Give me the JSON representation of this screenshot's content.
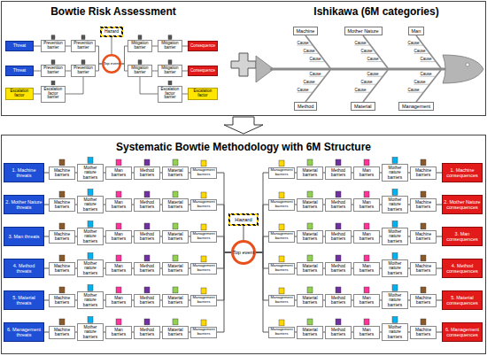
{
  "diagram": {
    "title": "Systematic Bowtie Methodology with 6M Structure",
    "nodes": [
      {
        "text": [
          "Threat"
        ]
      },
      {
        "text": [
          "Prevention barrier"
        ]
      },
      {
        "text": [
          "Prevention barrier"
        ]
      },
      {
        "text": [
          "Threat"
        ]
      },
      {
        "text": [
          "Prevention barrier"
        ]
      },
      {
        "text": [
          "Prevention barrier"
        ]
      },
      {
        "text": [
          "Escalation factor"
        ]
      },
      {
        "text": [
          "Escalation factor barrier"
        ]
      },
      {
        "text": [
          "Hazard"
        ]
      },
      {
        "text": [
          "Top event"
        ]
      },
      {
        "text": [
          "Mitigation barrier"
        ]
      },
      {
        "text": [
          "Mitigation barrier"
        ]
      },
      {
        "text": [
          "Consequence"
        ]
      },
      {
        "text": [
          "Mitigation barrier"
        ]
      },
      {
        "text": [
          "Mitigation barrier"
        ]
      },
      {
        "text": [
          "Consequence"
        ]
      },
      {
        "text": [
          "Escalation factor barrier"
        ]
      },
      {
        "text": [
          "Escalation factor"
        ]
      },
      {
        "text": [
          "Machine"
        ]
      },
      {
        "text": [
          "Mother Nature"
        ]
      },
      {
        "text": [
          "Man"
        ]
      },
      {
        "text": [
          "Method"
        ]
      },
      {
        "text": [
          "Material"
        ]
      },
      {
        "text": [
          "Management"
        ]
      },
      {
        "text": [
          "Hazard"
        ]
      },
      {
        "text": [
          "Top event"
        ]
      },
      {
        "text": [
          "1. Machine threats"
        ]
      },
      {
        "text": [
          "Machine barriers"
        ]
      },
      {
        "text": [
          "Mother nature barriers"
        ]
      },
      {
        "text": [
          "Man barriers"
        ]
      },
      {
        "text": [
          "Method barriers"
        ]
      },
      {
        "text": [
          "Material barriers"
        ]
      },
      {
        "text": [
          "Management barriers"
        ]
      },
      {
        "text": [
          "Management barriers"
        ]
      },
      {
        "text": [
          "Material barriers"
        ]
      },
      {
        "text": [
          "Method barriers"
        ]
      },
      {
        "text": [
          "Man barriers"
        ]
      },
      {
        "text": [
          "Mother nature barriers"
        ]
      },
      {
        "text": [
          "Machine barriers"
        ]
      },
      {
        "text": [
          "1. Machine consequences"
        ]
      },
      {
        "text": [
          "2. Mother Nature threats"
        ]
      },
      {
        "text": [
          "Machine barriers"
        ]
      },
      {
        "text": [
          "Mother nature barriers"
        ]
      },
      {
        "text": [
          "Man barriers"
        ]
      },
      {
        "text": [
          "Method barriers"
        ]
      },
      {
        "text": [
          "Material barriers"
        ]
      },
      {
        "text": [
          "Management barriers"
        ]
      },
      {
        "text": [
          "Management barriers"
        ]
      },
      {
        "text": [
          "Material barriers"
        ]
      },
      {
        "text": [
          "Method barriers"
        ]
      },
      {
        "text": [
          "Man barriers"
        ]
      },
      {
        "text": [
          "Mother nature barriers"
        ]
      },
      {
        "text": [
          "Machine barriers"
        ]
      },
      {
        "text": [
          "2. Mother Nature consequences"
        ]
      },
      {
        "text": [
          "3. Man threats"
        ]
      },
      {
        "text": [
          "Machine barriers"
        ]
      },
      {
        "text": [
          "Mother nature barriers"
        ]
      },
      {
        "text": [
          "Man barriers"
        ]
      },
      {
        "text": [
          "Method barriers"
        ]
      },
      {
        "text": [
          "Material barriers"
        ]
      },
      {
        "text": [
          "Management barriers"
        ]
      },
      {
        "text": [
          "Management barriers"
        ]
      },
      {
        "text": [
          "Material barriers"
        ]
      },
      {
        "text": [
          "Method barriers"
        ]
      },
      {
        "text": [
          "Man barriers"
        ]
      },
      {
        "text": [
          "Mother nature barriers"
        ]
      },
      {
        "text": [
          "Machine barriers"
        ]
      },
      {
        "text": [
          "3. Man consequences"
        ]
      },
      {
        "text": [
          "4. Method threats"
        ]
      },
      {
        "text": [
          "Machine barriers"
        ]
      },
      {
        "text": [
          "Mother nature barriers"
        ]
      },
      {
        "text": [
          "Man barriers"
        ]
      },
      {
        "text": [
          "Method barriers"
        ]
      },
      {
        "text": [
          "Material barriers"
        ]
      },
      {
        "text": [
          "Management barriers"
        ]
      },
      {
        "text": [
          "Management barriers"
        ]
      },
      {
        "text": [
          "Material barriers"
        ]
      },
      {
        "text": [
          "Method barriers"
        ]
      },
      {
        "text": [
          "Man barriers"
        ]
      },
      {
        "text": [
          "Mother nature barriers"
        ]
      },
      {
        "text": [
          "Machine barriers"
        ]
      },
      {
        "text": [
          "4. Method consequences"
        ]
      },
      {
        "text": [
          "5. Material threats"
        ]
      },
      {
        "text": [
          "Machine barriers"
        ]
      },
      {
        "text": [
          "Mother nature barriers"
        ]
      },
      {
        "text": [
          "Man barriers"
        ]
      },
      {
        "text": [
          "Method barriers"
        ]
      },
      {
        "text": [
          "Material barriers"
        ]
      },
      {
        "text": [
          "Management barriers"
        ]
      },
      {
        "text": [
          "Management barriers"
        ]
      },
      {
        "text": [
          "Material barriers"
        ]
      },
      {
        "text": [
          "Method barriers"
        ]
      },
      {
        "text": [
          "Man barriers"
        ]
      },
      {
        "text": [
          "Mother nature barriers"
        ]
      },
      {
        "text": [
          "Machine barriers"
        ]
      },
      {
        "text": [
          "5. Material consequences"
        ]
      },
      {
        "text": [
          "6. Management threats"
        ]
      },
      {
        "text": [
          "Machine barriers"
        ]
      },
      {
        "text": [
          "Mother nature barriers"
        ]
      },
      {
        "text": [
          "Man barriers"
        ]
      },
      {
        "text": [
          "Method barriers"
        ]
      },
      {
        "text": [
          "Material barriers"
        ]
      },
      {
        "text": [
          "Management barriers"
        ]
      },
      {
        "text": [
          "Management barriers"
        ]
      },
      {
        "text": [
          "Material barriers"
        ]
      },
      {
        "text": [
          "Method barriers"
        ]
      },
      {
        "text": [
          "Man barriers"
        ]
      },
      {
        "text": [
          "Mother nature barriers"
        ]
      },
      {
        "text": [
          "Machine barriers"
        ]
      },
      {
        "text": [
          "6. Management consequences"
        ]
      }
    ],
    "edges": [
      {
        "from": 0,
        "to": 9,
        "arrow": "none"
      },
      {
        "from": 3,
        "to": 9,
        "arrow": "none"
      },
      {
        "from": 6,
        "to": 5,
        "arrow": "none"
      },
      {
        "from": 8,
        "to": 9,
        "arrow": "none"
      },
      {
        "from": 9,
        "to": 12,
        "arrow": "none"
      },
      {
        "from": 9,
        "to": 15,
        "arrow": "none"
      },
      {
        "from": 17,
        "to": 13,
        "arrow": "none"
      },
      {
        "from": 24,
        "to": 25,
        "arrow": "none"
      },
      {
        "from": 26,
        "to": 25,
        "arrow": "none"
      },
      {
        "from": 25,
        "to": 39,
        "arrow": "none"
      },
      {
        "from": 40,
        "to": 25,
        "arrow": "none"
      },
      {
        "from": 25,
        "to": 53,
        "arrow": "none"
      },
      {
        "from": 54,
        "to": 25,
        "arrow": "none"
      },
      {
        "from": 25,
        "to": 67,
        "arrow": "none"
      },
      {
        "from": 68,
        "to": 25,
        "arrow": "none"
      },
      {
        "from": 25,
        "to": 81,
        "arrow": "none"
      },
      {
        "from": 82,
        "to": 25,
        "arrow": "none"
      },
      {
        "from": 25,
        "to": 95,
        "arrow": "none"
      },
      {
        "from": 96,
        "to": 25,
        "arrow": "none"
      },
      {
        "from": 25,
        "to": 109,
        "arrow": "none"
      }
    ],
    "labels": [
      "Bowtie Risk Assessment",
      "Ishikawa (6M categories)",
      "Cause",
      "Cause",
      "Cause",
      "Cause",
      "Cause",
      "Cause",
      "Cause",
      "Cause",
      "Cause",
      "Cause",
      "Cause",
      "Cause",
      "Cause",
      "Cause",
      "Cause",
      "Cause",
      "Cause",
      "Cause"
    ]
  }
}
